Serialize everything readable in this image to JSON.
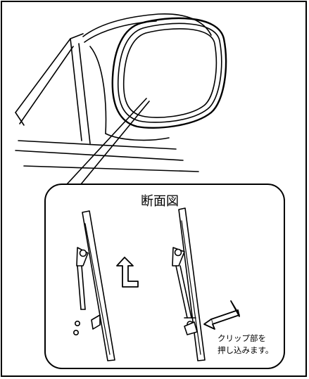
{
  "diagram": {
    "section_title": "断面図",
    "note_line1": "クリップ部を",
    "note_line2": "押し込みます。"
  }
}
